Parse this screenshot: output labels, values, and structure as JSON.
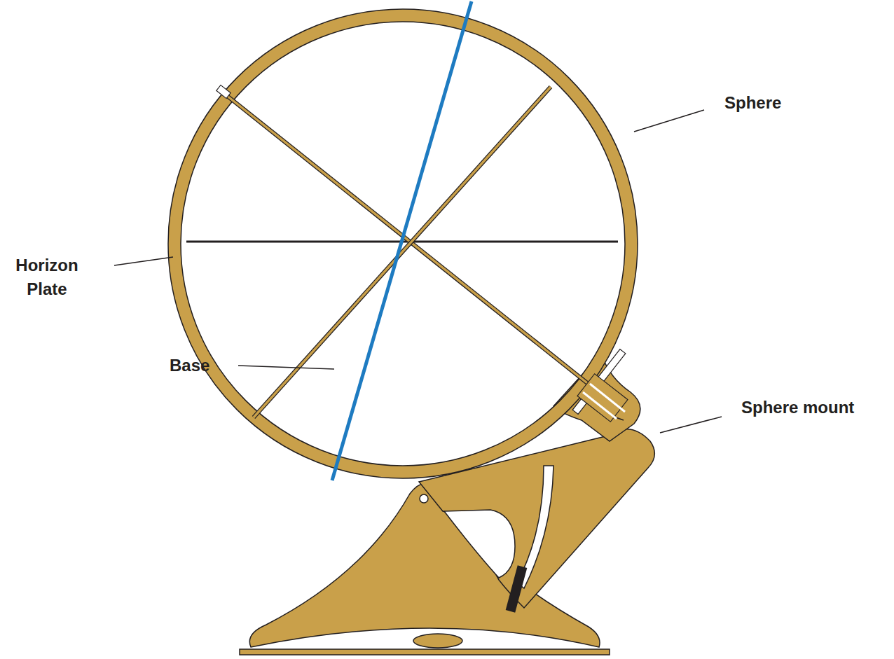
{
  "diagram": {
    "labels": [
      "Sphere",
      "Horizon Plate",
      "Sphere mount",
      "Base"
    ]
  }
}
